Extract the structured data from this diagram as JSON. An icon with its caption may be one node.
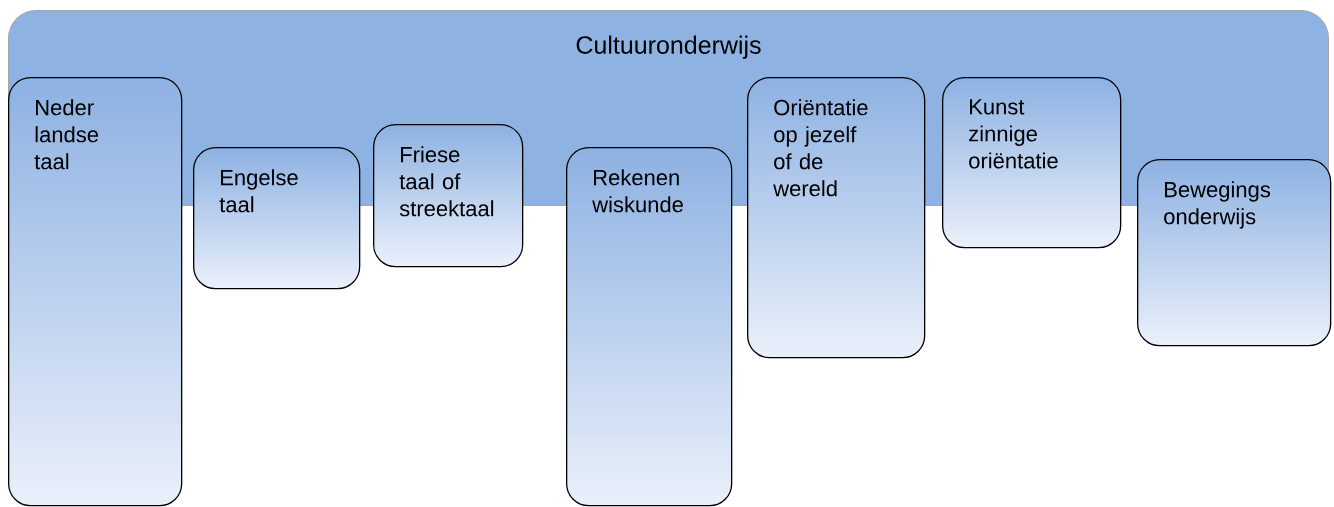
{
  "diagram": {
    "nodes": [
      {
        "text": [
          "Cultuuronderwijs"
        ]
      },
      {
        "text": [
          "Neder landse taal"
        ]
      },
      {
        "text": [
          "Engelse taal"
        ]
      },
      {
        "text": [
          "Friese taal of streektaal"
        ]
      },
      {
        "text": [
          "Rekenen wiskunde"
        ]
      },
      {
        "text": [
          "Oriëntatie op jezelf of de wereld"
        ]
      },
      {
        "text": [
          "Kunst zinnige oriëntatie"
        ]
      },
      {
        "text": [
          "Bewegings onderwijs"
        ]
      }
    ]
  }
}
